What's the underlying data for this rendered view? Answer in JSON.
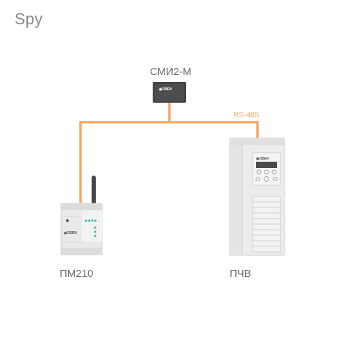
{
  "page": {
    "title": "Spy"
  },
  "devices": {
    "smi2m": {
      "label": "СМИ2-М",
      "logo": "owen-logo"
    },
    "pm210": {
      "label": "ПМ210",
      "logo": "owen-logo"
    },
    "pchv": {
      "label": "ПЧВ",
      "logo": "owen-logo"
    }
  },
  "bus": {
    "label": "RS-485",
    "color": "#f5a964"
  },
  "colors": {
    "device_dark": "#454545",
    "device_light": "#e6e6e6",
    "device_outline": "#cfcfcf",
    "indicator_teal": "#3fb8b0",
    "text": "#6f6f6f"
  }
}
